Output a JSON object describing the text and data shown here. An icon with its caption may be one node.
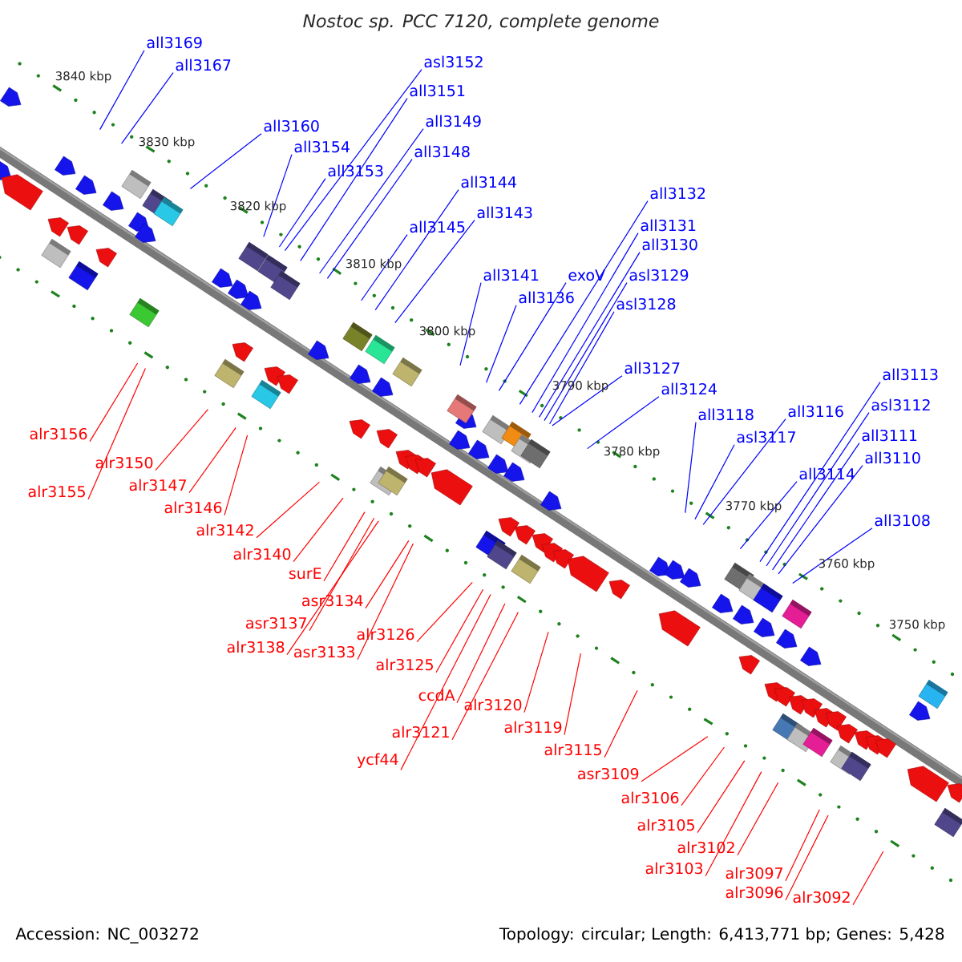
{
  "diagram": {
    "title": "Nostoc sp. PCC 7120, complete genome",
    "nodes": [
      {
        "text": [
          "all3169"
        ]
      },
      {
        "text": [
          "all3167"
        ]
      },
      {
        "text": [
          "all3160"
        ]
      },
      {
        "text": [
          "all3154"
        ]
      },
      {
        "text": [
          "all3153"
        ]
      },
      {
        "text": [
          "asl3152"
        ]
      },
      {
        "text": [
          "all3151"
        ]
      },
      {
        "text": [
          "all3149"
        ]
      },
      {
        "text": [
          "all3148"
        ]
      },
      {
        "text": [
          "all3144"
        ]
      },
      {
        "text": [
          "all3145"
        ]
      },
      {
        "text": [
          "all3143"
        ]
      },
      {
        "text": [
          "all3141"
        ]
      },
      {
        "text": [
          "all3136"
        ]
      },
      {
        "text": [
          "exoV"
        ]
      },
      {
        "text": [
          "all3132"
        ]
      },
      {
        "text": [
          "all3131"
        ]
      },
      {
        "text": [
          "all3130"
        ]
      },
      {
        "text": [
          "asl3129"
        ]
      },
      {
        "text": [
          "asl3128"
        ]
      },
      {
        "text": [
          "all3127"
        ]
      },
      {
        "text": [
          "all3124"
        ]
      },
      {
        "text": [
          "all3118"
        ]
      },
      {
        "text": [
          "asl3117"
        ]
      },
      {
        "text": [
          "all3116"
        ]
      },
      {
        "text": [
          "all3113"
        ]
      },
      {
        "text": [
          "asl3112"
        ]
      },
      {
        "text": [
          "all3111"
        ]
      },
      {
        "text": [
          "all3110"
        ]
      },
      {
        "text": [
          "all3114"
        ]
      },
      {
        "text": [
          "all3108"
        ]
      },
      {
        "text": [
          "alr3156"
        ]
      },
      {
        "text": [
          "alr3150"
        ]
      },
      {
        "text": [
          "alr3155"
        ]
      },
      {
        "text": [
          "alr3147"
        ]
      },
      {
        "text": [
          "alr3146"
        ]
      },
      {
        "text": [
          "alr3142"
        ]
      },
      {
        "text": [
          "alr3140"
        ]
      },
      {
        "text": [
          "surE"
        ]
      },
      {
        "text": [
          "asr3134"
        ]
      },
      {
        "text": [
          "asr3137"
        ]
      },
      {
        "text": [
          "alr3138"
        ]
      },
      {
        "text": [
          "asr3133"
        ]
      },
      {
        "text": [
          "alr3126"
        ]
      },
      {
        "text": [
          "alr3125"
        ]
      },
      {
        "text": [
          "ccdA"
        ]
      },
      {
        "text": [
          "alr3121"
        ]
      },
      {
        "text": [
          "ycf44"
        ]
      },
      {
        "text": [
          "alr3120"
        ]
      },
      {
        "text": [
          "alr3119"
        ]
      },
      {
        "text": [
          "alr3115"
        ]
      },
      {
        "text": [
          "asr3109"
        ]
      },
      {
        "text": [
          "alr3106"
        ]
      },
      {
        "text": [
          "alr3105"
        ]
      },
      {
        "text": [
          "alr3102"
        ]
      },
      {
        "text": [
          "alr3103"
        ]
      },
      {
        "text": [
          "alr3097"
        ]
      },
      {
        "text": [
          "alr3096"
        ]
      },
      {
        "text": [
          "alr3092"
        ]
      }
    ],
    "edges": [
      {
        "from": 0,
        "to": null,
        "arrow": "none",
        "color": "#0000ff"
      },
      {
        "from": 1,
        "to": null,
        "arrow": "none",
        "color": "#0000ff"
      },
      {
        "from": 2,
        "to": null,
        "arrow": "none",
        "color": "#0000ff"
      },
      {
        "from": 3,
        "to": null,
        "arrow": "none",
        "color": "#0000ff"
      },
      {
        "from": 4,
        "to": null,
        "arrow": "none",
        "color": "#0000ff"
      },
      {
        "from": 5,
        "to": null,
        "arrow": "none",
        "color": "#0000ff"
      },
      {
        "from": 6,
        "to": null,
        "arrow": "none",
        "color": "#0000ff"
      },
      {
        "from": 7,
        "to": null,
        "arrow": "none",
        "color": "#0000ff"
      },
      {
        "from": 8,
        "to": null,
        "arrow": "none",
        "color": "#0000ff"
      },
      {
        "from": 9,
        "to": null,
        "arrow": "none",
        "color": "#0000ff"
      },
      {
        "from": 10,
        "to": null,
        "arrow": "none",
        "color": "#0000ff"
      },
      {
        "from": 11,
        "to": null,
        "arrow": "none",
        "color": "#0000ff"
      },
      {
        "from": 12,
        "to": null,
        "arrow": "none",
        "color": "#0000ff"
      },
      {
        "from": 13,
        "to": null,
        "arrow": "none",
        "color": "#0000ff"
      },
      {
        "from": 14,
        "to": null,
        "arrow": "none",
        "color": "#0000ff"
      },
      {
        "from": 15,
        "to": null,
        "arrow": "none",
        "color": "#0000ff"
      },
      {
        "from": 16,
        "to": null,
        "arrow": "none",
        "color": "#0000ff"
      },
      {
        "from": 17,
        "to": null,
        "arrow": "none",
        "color": "#0000ff"
      },
      {
        "from": 18,
        "to": null,
        "arrow": "none",
        "color": "#0000ff"
      },
      {
        "from": 19,
        "to": null,
        "arrow": "none",
        "color": "#0000ff"
      },
      {
        "from": 20,
        "to": null,
        "arrow": "none",
        "color": "#0000ff"
      },
      {
        "from": 21,
        "to": null,
        "arrow": "none",
        "color": "#0000ff"
      },
      {
        "from": 22,
        "to": null,
        "arrow": "none",
        "color": "#0000ff"
      },
      {
        "from": 23,
        "to": null,
        "arrow": "none",
        "color": "#0000ff"
      },
      {
        "from": 24,
        "to": null,
        "arrow": "none",
        "color": "#0000ff"
      },
      {
        "from": 25,
        "to": null,
        "arrow": "none",
        "color": "#0000ff"
      },
      {
        "from": 26,
        "to": null,
        "arrow": "none",
        "color": "#0000ff"
      },
      {
        "from": 27,
        "to": null,
        "arrow": "none",
        "color": "#0000ff"
      },
      {
        "from": 28,
        "to": null,
        "arrow": "none",
        "color": "#0000ff"
      },
      {
        "from": 29,
        "to": null,
        "arrow": "none",
        "color": "#0000ff"
      },
      {
        "from": 30,
        "to": null,
        "arrow": "none",
        "color": "#0000ff"
      },
      {
        "from": 31,
        "to": null,
        "arrow": "none",
        "color": "#ff0000"
      },
      {
        "from": 32,
        "to": null,
        "arrow": "none",
        "color": "#ff0000"
      },
      {
        "from": 33,
        "to": null,
        "arrow": "none",
        "color": "#ff0000"
      },
      {
        "from": 34,
        "to": null,
        "arrow": "none",
        "color": "#ff0000"
      },
      {
        "from": 35,
        "to": null,
        "arrow": "none",
        "color": "#ff0000"
      },
      {
        "from": 36,
        "to": null,
        "arrow": "none",
        "color": "#ff0000"
      },
      {
        "from": 37,
        "to": null,
        "arrow": "none",
        "color": "#ff0000"
      },
      {
        "from": 38,
        "to": null,
        "arrow": "none",
        "color": "#ff0000"
      },
      {
        "from": 39,
        "to": null,
        "arrow": "none",
        "color": "#ff0000"
      },
      {
        "from": 40,
        "to": null,
        "arrow": "none",
        "color": "#ff0000"
      },
      {
        "from": 41,
        "to": null,
        "arrow": "none",
        "color": "#ff0000"
      },
      {
        "from": 42,
        "to": null,
        "arrow": "none",
        "color": "#ff0000"
      },
      {
        "from": 43,
        "to": null,
        "arrow": "none",
        "color": "#ff0000"
      },
      {
        "from": 44,
        "to": null,
        "arrow": "none",
        "color": "#ff0000"
      },
      {
        "from": 45,
        "to": null,
        "arrow": "none",
        "color": "#ff0000"
      },
      {
        "from": 46,
        "to": null,
        "arrow": "none",
        "color": "#ff0000"
      },
      {
        "from": 47,
        "to": null,
        "arrow": "none",
        "color": "#ff0000"
      },
      {
        "from": 48,
        "to": null,
        "arrow": "none",
        "color": "#ff0000"
      },
      {
        "from": 49,
        "to": null,
        "arrow": "none",
        "color": "#ff0000"
      },
      {
        "from": 50,
        "to": null,
        "arrow": "none",
        "color": "#ff0000"
      },
      {
        "from": 51,
        "to": null,
        "arrow": "none",
        "color": "#ff0000"
      },
      {
        "from": 52,
        "to": null,
        "arrow": "none",
        "color": "#ff0000"
      },
      {
        "from": 53,
        "to": null,
        "arrow": "none",
        "color": "#ff0000"
      },
      {
        "from": 54,
        "to": null,
        "arrow": "none",
        "color": "#ff0000"
      },
      {
        "from": 55,
        "to": null,
        "arrow": "none",
        "color": "#ff0000"
      },
      {
        "from": 56,
        "to": null,
        "arrow": "none",
        "color": "#ff0000"
      },
      {
        "from": 57,
        "to": null,
        "arrow": "none",
        "color": "#ff0000"
      },
      {
        "from": 58,
        "to": null,
        "arrow": "none",
        "color": "#ff0000"
      }
    ],
    "labels": [
      "3840 kbp",
      "3830 kbp",
      "3820 kbp",
      "3810 kbp",
      "3800 kbp",
      "3790 kbp",
      "3780 kbp",
      "3770 kbp",
      "3760 kbp",
      "3750 kbp",
      "Accession: NC_003272",
      "Topology: circular; Length: 6,413,771 bp; Genes: 5,428"
    ]
  }
}
